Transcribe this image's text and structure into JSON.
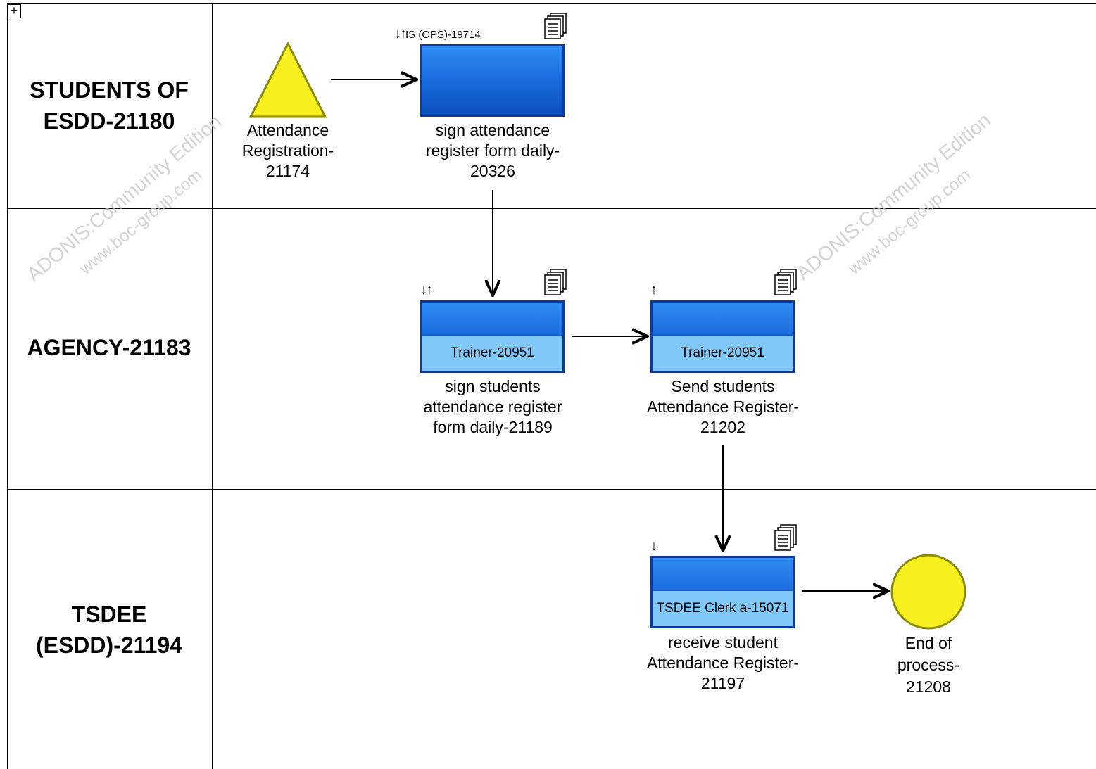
{
  "watermark": {
    "line1": "ADONIS:Community Edition",
    "line2": "www.boc-group.com"
  },
  "lanes": [
    {
      "label": "STUDENTS OF ESDD-21180"
    },
    {
      "label": "AGENCY-21183"
    },
    {
      "label": "TSDEE (ESDD)-21194"
    }
  ],
  "start_event": {
    "caption": "Attendance Registration-21174",
    "color": "#f7f01e"
  },
  "activities": [
    {
      "caption": "sign attendance register form daily-20326",
      "role": "",
      "io_markers": "↓↑",
      "io_tag": "IS (OPS)-19714"
    },
    {
      "caption": "sign students attendance register form daily-21189",
      "role": "Trainer-20951",
      "io_markers": "↓↑",
      "io_tag": ""
    },
    {
      "caption": "Send students Attendance Register-21202",
      "role": "Trainer-20951",
      "io_markers": "↑",
      "io_tag": ""
    },
    {
      "caption": "receive student Attendance Register-21197",
      "role": "TSDEE Clerk a-15071",
      "io_markers": "↓",
      "io_tag": ""
    }
  ],
  "end_event": {
    "caption": "End of process-21208",
    "color": "#f7f01e"
  },
  "colors": {
    "activity": "#1c6ee0",
    "role_band": "#7fc8f8",
    "activity_border": "#0a3a9e"
  },
  "icons": {
    "expand": "plus-box-icon",
    "document": "documents-icon"
  }
}
